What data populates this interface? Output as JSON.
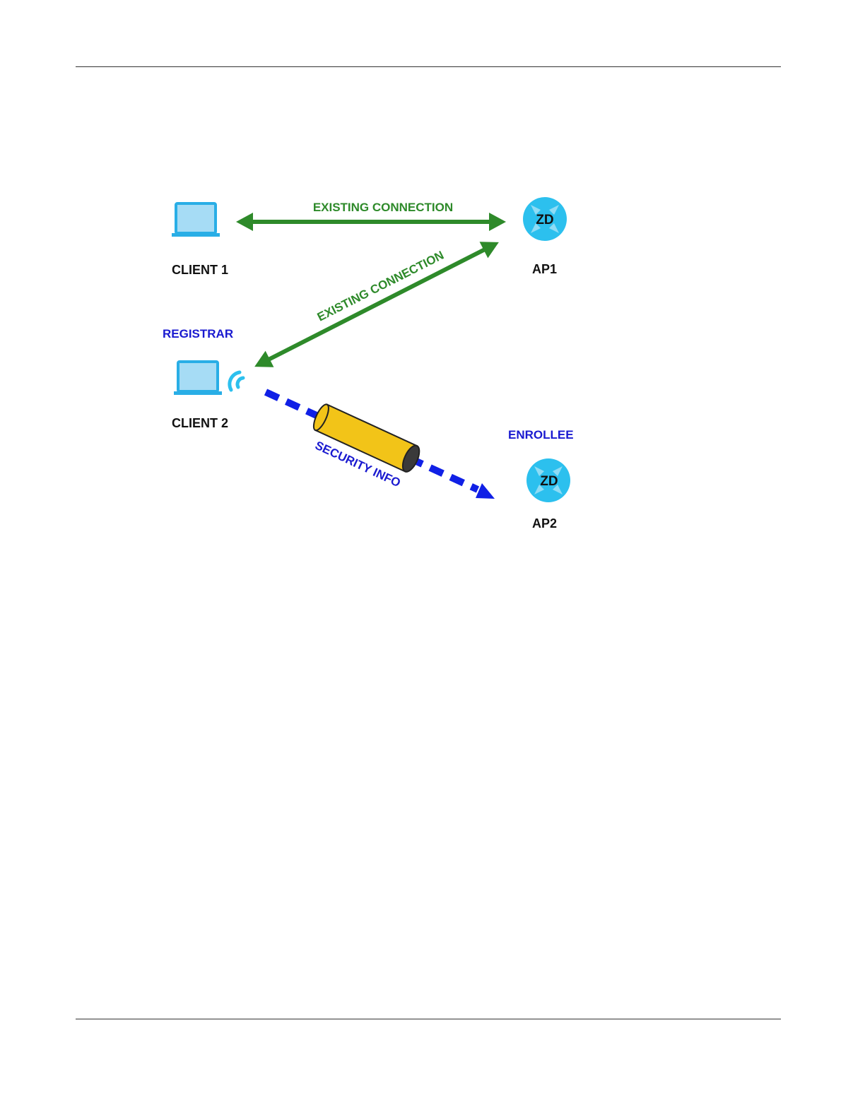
{
  "diagram": {
    "nodes": {
      "client1": {
        "label": "CLIENT 1"
      },
      "client2": {
        "label": "CLIENT 2",
        "role": "REGISTRAR"
      },
      "ap1": {
        "label": "AP1",
        "badge": "ZD"
      },
      "ap2": {
        "label": "AP2",
        "badge": "ZD",
        "role": "ENROLLEE"
      }
    },
    "edges": [
      {
        "from": "client1",
        "to": "ap1",
        "label": "EXISTING CONNECTION",
        "style": "solid",
        "direction": "both"
      },
      {
        "from": "client2",
        "to": "ap1",
        "label": "EXISTING CONNECTION",
        "style": "solid",
        "direction": "both"
      },
      {
        "from": "client2",
        "to": "ap2",
        "label": "SECURITY INFO",
        "style": "dashed",
        "direction": "forward"
      }
    ]
  },
  "icons": {
    "client1": "laptop-icon",
    "client2": "laptop-icon",
    "client2_signal": "wireless-signal-icon",
    "ap1": "access-point-icon",
    "ap2": "access-point-icon",
    "tunnel": "secure-tunnel-icon"
  },
  "colors": {
    "green": "#2e8a2a",
    "blue": "#1020e6",
    "role_blue": "#1a1ad0",
    "laptop_fill": "#a6dcf5",
    "laptop_stroke": "#29aee6",
    "ap_fill": "#2cc0ee",
    "tunnel_fill": "#f2c418"
  }
}
